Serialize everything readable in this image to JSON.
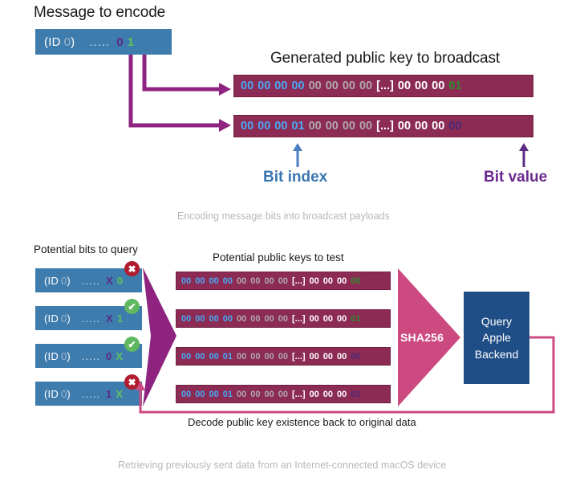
{
  "colors": {
    "blue_box": "#3e7cae",
    "key_row": "#8c2b54",
    "purple_arrow": "#8e2480",
    "pink_arrow": "#cc4a7f",
    "query_box": "#1f4e86",
    "bit_index_label": "#3a76b0",
    "bit_value_label": "#6b2a8f",
    "badge_error": "#b01c2e",
    "badge_ok": "#5fb85f",
    "index_byte": "#49a9f5",
    "grey_byte": "#b0a8ac",
    "white_byte": "#ffffff",
    "green_byte": "#2e8b2e",
    "purple_byte": "#4b2a7b"
  },
  "top": {
    "title": "Message to encode",
    "keys_title": "Generated public key to broadcast",
    "message": {
      "id_prefix": "(ID",
      "id_number": "0",
      "id_suffix": ")",
      "dots": ".....",
      "bit_a": "0",
      "bit_b": "1"
    },
    "keys": [
      {
        "index_bytes": [
          "00",
          "00",
          "00",
          "00"
        ],
        "grey_bytes": [
          "00",
          "00",
          "00",
          "00"
        ],
        "ellipsis": "[...]",
        "white_bytes": [
          "00",
          "00",
          "00"
        ],
        "value_byte": "01",
        "value_color": "green"
      },
      {
        "index_bytes": [
          "00",
          "00",
          "00",
          "01"
        ],
        "grey_bytes": [
          "00",
          "00",
          "00",
          "00"
        ],
        "ellipsis": "[...]",
        "white_bytes": [
          "00",
          "00",
          "00"
        ],
        "value_byte": "00",
        "value_color": "purple"
      }
    ],
    "bit_index_label": "Bit index",
    "bit_value_label": "Bit value",
    "caption": "Encoding message bits into broadcast payloads"
  },
  "bottom": {
    "query_title": "Potential bits to query",
    "keys_title": "Potential public keys to test",
    "query_rows": [
      {
        "id_prefix": "(ID",
        "id_number": "0",
        "id_suffix": ")",
        "dots": ".....",
        "bit_a": "X",
        "bit_a_color": "purple",
        "bit_b": "0",
        "bit_b_color": "green",
        "badge": "error"
      },
      {
        "id_prefix": "(ID",
        "id_number": "0",
        "id_suffix": ")",
        "dots": ".....",
        "bit_a": "X",
        "bit_a_color": "purple",
        "bit_b": "1",
        "bit_b_color": "green",
        "badge": "ok"
      },
      {
        "id_prefix": "(ID",
        "id_number": "0",
        "id_suffix": ")",
        "dots": ".....",
        "bit_a": "0",
        "bit_a_color": "purple",
        "bit_b": "X",
        "bit_b_color": "green",
        "badge": "ok"
      },
      {
        "id_prefix": "(ID",
        "id_number": "0",
        "id_suffix": ")",
        "dots": ".....",
        "bit_a": "1",
        "bit_a_color": "purple",
        "bit_b": "X",
        "bit_b_color": "green",
        "badge": "error"
      }
    ],
    "test_keys": [
      {
        "index_bytes": [
          "00",
          "00",
          "00",
          "00"
        ],
        "grey_bytes": [
          "00",
          "00",
          "00",
          "00"
        ],
        "ellipsis": "[...]",
        "white_bytes": [
          "00",
          "00",
          "00"
        ],
        "value_byte": "00",
        "value_color": "green"
      },
      {
        "index_bytes": [
          "00",
          "00",
          "00",
          "00"
        ],
        "grey_bytes": [
          "00",
          "00",
          "00",
          "00"
        ],
        "ellipsis": "[...]",
        "white_bytes": [
          "00",
          "00",
          "00"
        ],
        "value_byte": "01",
        "value_color": "green"
      },
      {
        "index_bytes": [
          "00",
          "00",
          "00",
          "01"
        ],
        "grey_bytes": [
          "00",
          "00",
          "00",
          "00"
        ],
        "ellipsis": "[...]",
        "white_bytes": [
          "00",
          "00",
          "00"
        ],
        "value_byte": "00",
        "value_color": "purple"
      },
      {
        "index_bytes": [
          "00",
          "00",
          "00",
          "01"
        ],
        "grey_bytes": [
          "00",
          "00",
          "00",
          "00"
        ],
        "ellipsis": "[...]",
        "white_bytes": [
          "00",
          "00",
          "00"
        ],
        "value_byte": "01",
        "value_color": "purple"
      }
    ],
    "sha_label": "SHA256",
    "query_box_lines": [
      "Query",
      "Apple",
      "Backend"
    ],
    "decode_label": "Decode public key existence back to original data",
    "caption": "Retrieving previously sent data from an Internet-connected macOS device"
  },
  "badges": {
    "error_glyph": "✖",
    "ok_glyph": "✔"
  }
}
